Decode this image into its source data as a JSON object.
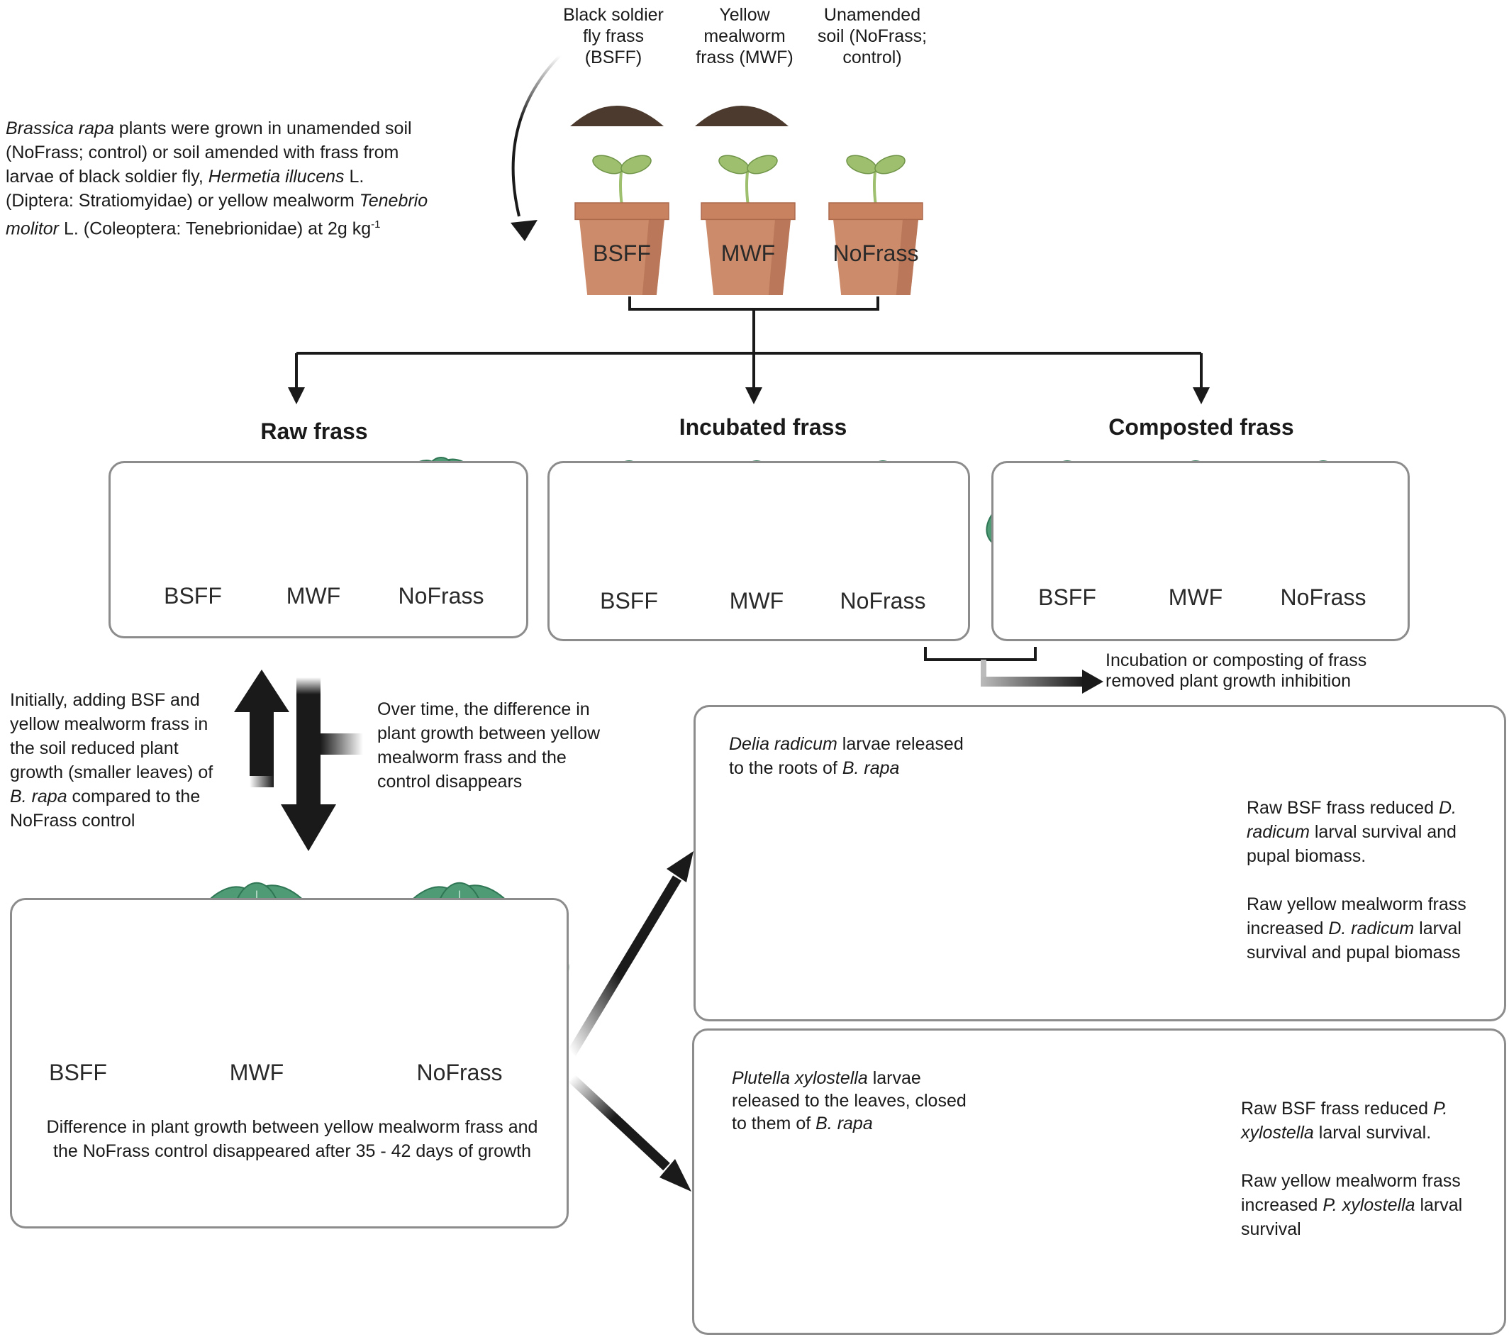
{
  "colors": {
    "pot": "#cc8b6a",
    "pot_rim": "#c8825f",
    "pot_shade": "#ad6b4e",
    "leaf": "#4f9b75",
    "leaf_dark": "#2f7655",
    "vein": "#c9e6d6",
    "seedling": "#9dbf6e",
    "frass": "#4b3a2d",
    "larva_root": "#e8cf8a",
    "larva_leaf": "#5a8a2e",
    "panel_border": "#8c8c8c",
    "arrow": "#1a1a1a"
  },
  "top": {
    "intro": {
      "l1_italic": "Brassica rapa",
      "l1_rest": " plants were grown in unamended soil",
      "l2": "(NoFrass; control) or soil  amended with frass from",
      "l3_pre": "larvae of black soldier fly, ",
      "l3_italic": "Hermetia illucens",
      "l3_post": " L.",
      "l4_pre": "(Diptera: Stratiomyidae) or yellow mealworm ",
      "l4_italic": "Tenebrio",
      "l5_italic": "molitor",
      "l5_post": " L. (Coleoptera: Tenebrionidae) at 2g kg",
      "l5_sup": "-1"
    },
    "bsff_label": [
      "Black soldier",
      "fly frass",
      "(BSFF)"
    ],
    "mwf_label": [
      "Yellow",
      "mealworm",
      "frass (MWF)"
    ],
    "nofrass_label": [
      "Unamended",
      "soil (NoFrass;",
      "control)"
    ],
    "pots": [
      "BSFF",
      "MWF",
      "NoFrass"
    ]
  },
  "sections": {
    "raw": "Raw frass",
    "incubated": "Incubated frass",
    "composted": "Composted frass"
  },
  "panel_pots": [
    "BSFF",
    "MWF",
    "NoFrass"
  ],
  "incubation_note": [
    "Incubation or composting of frass",
    "removed plant growth inhibition"
  ],
  "left_note": {
    "l1": "Initially, adding BSF and",
    "l2": "yellow mealworm frass in",
    "l3": "the soil reduced plant",
    "l4": "growth (smaller leaves) of",
    "l5_italic": "B. rapa",
    "l5_rest": " compared to the",
    "l6": "NoFrass control"
  },
  "right_note": [
    "Over time, the difference in",
    "plant growth between yellow",
    "mealworm frass and the",
    "control disappears"
  ],
  "bottom_panel": {
    "pots": [
      "BSFF",
      "MWF",
      "NoFrass"
    ],
    "caption": [
      "Difference in plant growth between yellow mealworm frass and",
      "the NoFrass control disappeared after 35 - 42 days of growth"
    ]
  },
  "delia_panel": {
    "intro_italic": "Delia radicum",
    "intro_rest": " larvae released",
    "intro_l2": "to the roots  of ",
    "intro_l2_italic": "B. rapa",
    "r1_pre": "Raw BSF frass reduced ",
    "r1_italic": "D.",
    "r2_italic": "radicum",
    "r2_post": " larval survival and",
    "r3": "pupal biomass.",
    "r4": "Raw yellow mealworm frass",
    "r5_pre": "increased ",
    "r5_italic": "D. radicum",
    "r5_post": " larval",
    "r6": "survival and pupal biomass"
  },
  "plutella_panel": {
    "intro_italic": "Plutella xylostella",
    "intro_rest": " larvae",
    "intro_l2": "released to the  leaves, closed",
    "intro_l3": "to them of  ",
    "intro_l3_italic": "B. rapa",
    "r1_pre": "Raw BSF frass reduced ",
    "r1_italic": "P.",
    "r2_italic": "xylostella",
    "r2_post": " larval survival.",
    "r3": "Raw yellow mealworm frass",
    "r4_pre": "increased ",
    "r4_italic": "P. xylostella",
    "r4_post": " larval",
    "r5": "survival"
  }
}
